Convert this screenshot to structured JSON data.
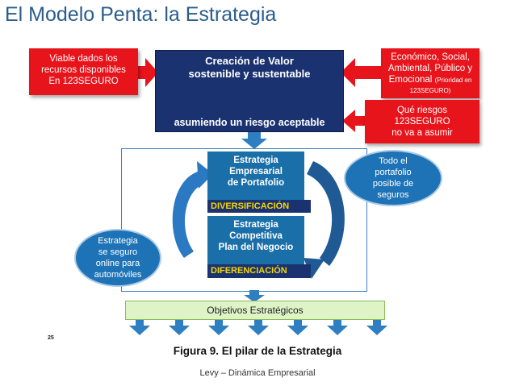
{
  "title": "El Modelo Penta: la Estrategia",
  "left_box": {
    "lines": [
      "Viable dados los",
      "recursos disponibles",
      "En 123SEGURO"
    ]
  },
  "center_box": {
    "line1": "Creación de Valor",
    "line2": "sostenible y sustentable",
    "line3": "asumiendo un riesgo aceptable"
  },
  "right_top_box": {
    "line1": "Económico, Social,",
    "line2": "Ambiental, Público y",
    "line3_main": "Emocional ",
    "line3_small": "(Prioridad en",
    "line4_small": "123SEGURO)"
  },
  "right_mid_box": {
    "lines": [
      "Qué riesgos",
      "123SEGURO",
      "no va a asumir"
    ]
  },
  "strategy_top": {
    "lines": [
      "Estrategia",
      "Empresarial",
      "de Portafolio"
    ],
    "tag": "DIVERSIFICACIÓN"
  },
  "strategy_bottom": {
    "lines": [
      "Estrategia",
      "Competitiva",
      "Plan del Negocio"
    ],
    "tag": "DIFERENCIACIÓN"
  },
  "bubble_right": {
    "lines": [
      "Todo el",
      "portafolio",
      "posible de",
      "seguros"
    ]
  },
  "bubble_left": {
    "lines": [
      "Estrategia",
      "se seguro",
      "online para",
      "automóviles"
    ]
  },
  "objectives": "Objetivos Estratégicos",
  "page_number": "25",
  "figure_caption": "Figura 9. El pilar de la Estrategia",
  "credit": "Levy – Dinámica Empresarial",
  "colors": {
    "red": "#e8141b",
    "navy": "#1b3270",
    "blue": "#1b6fa8",
    "yellow": "#f5d800",
    "title": "#2a5d8c"
  }
}
